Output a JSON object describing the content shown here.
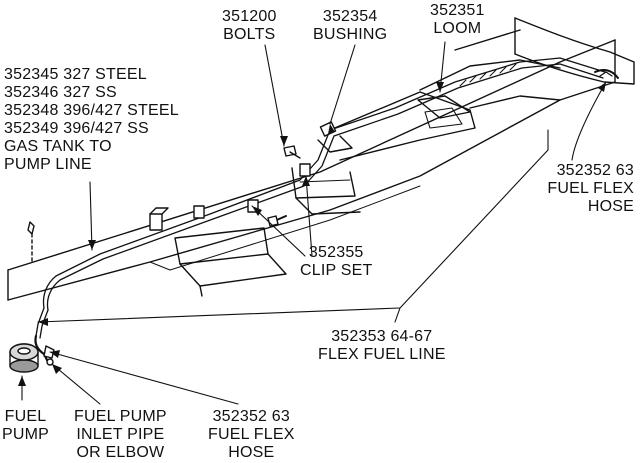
{
  "labels": {
    "bolts": [
      "351200",
      "BOLTS"
    ],
    "bushing": [
      "352354",
      "BUSHING"
    ],
    "loom": [
      "352351",
      "LOOM"
    ],
    "gas_tank_line": [
      "352345 327 STEEL",
      "352346 327 SS",
      "352348 396/427 STEEL",
      "352349 396/427 SS",
      "GAS TANK TO",
      "PUMP LINE"
    ],
    "fuel_flex_hose_top": [
      "352352  63",
      "FUEL FLEX",
      "HOSE"
    ],
    "clip_set": [
      "352355",
      "CLIP SET"
    ],
    "flex_fuel_line": [
      "352353  64-67",
      "FLEX FUEL LINE"
    ],
    "fuel_pump": [
      "FUEL",
      "PUMP"
    ],
    "inlet_pipe": [
      "FUEL PUMP",
      "INLET PIPE",
      "OR ELBOW"
    ],
    "fuel_flex_hose_bottom": [
      "352352  63",
      "FUEL FLEX",
      "HOSE"
    ]
  },
  "colors": {
    "line": "#111111",
    "background": "#ffffff",
    "shade": "#9a9a9a"
  }
}
